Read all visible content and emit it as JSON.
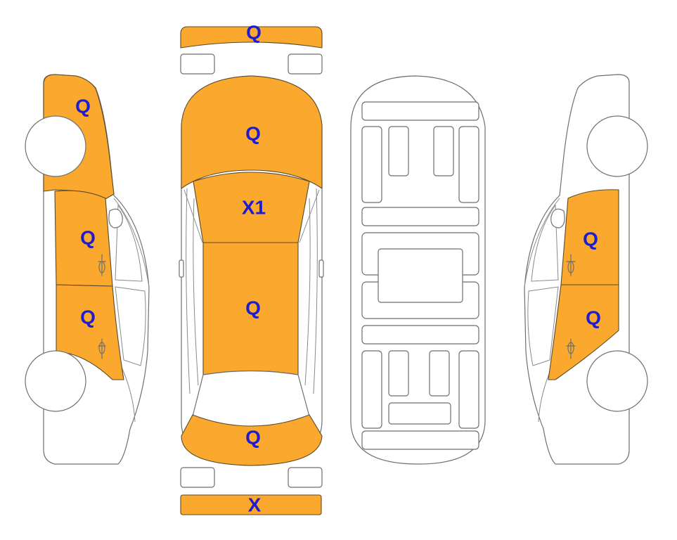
{
  "colors": {
    "damage_fill": "#fba82e",
    "code_text": "#1d1dd0",
    "outline": "#6f6f6f"
  },
  "panels": {
    "front_bumper": {
      "code": "Q"
    },
    "rear_bumper": {
      "code": "X"
    },
    "hood": {
      "code": "Q"
    },
    "roof": {
      "code": "X1"
    },
    "trunk_lid": {
      "code": "Q"
    },
    "rear_panel": {
      "code": "Q"
    },
    "left_front_fender": {
      "code": "Q"
    },
    "left_front_door": {
      "code": "Q"
    },
    "left_rear_door": {
      "code": "Q"
    },
    "right_front_door": {
      "code": "Q"
    },
    "right_rear_door": {
      "code": "Q"
    }
  }
}
